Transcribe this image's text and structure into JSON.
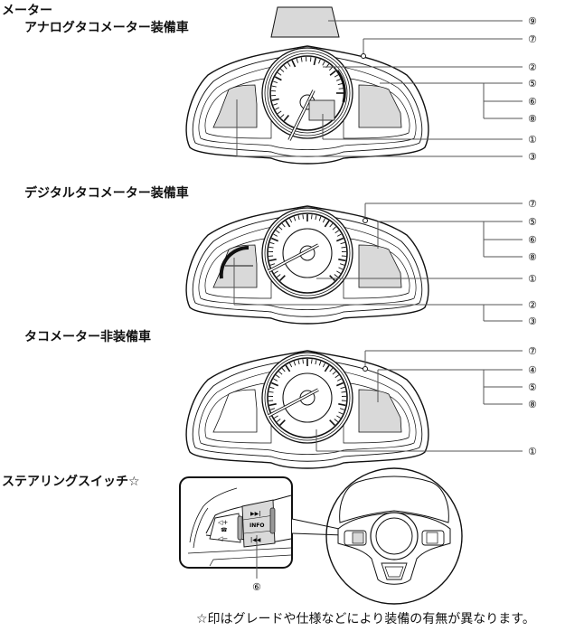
{
  "section_title": "メーター",
  "clusters": [
    {
      "title": "アナログタコメーター装備車",
      "callouts": [
        "⑨",
        "⑦",
        "②",
        "⑤",
        "⑥",
        "⑧",
        "①",
        "③"
      ]
    },
    {
      "title": "デジタルタコメーター装備車",
      "callouts": [
        "⑦",
        "⑤",
        "⑥",
        "⑧",
        "①",
        "②",
        "③"
      ]
    },
    {
      "title": "タコメーター非装備車",
      "callouts": [
        "⑦",
        "④",
        "⑤",
        "⑧",
        "①"
      ]
    }
  ],
  "steering": {
    "title": "ステアリングスイッチ☆",
    "buttons": {
      "next": "▶▶|",
      "info": "INFO",
      "prev": "|◀◀",
      "vol_up": "◁+",
      "vol_down": "◁−",
      "talk": "☎"
    },
    "callout": "⑥"
  },
  "footnote": "☆印はグレードや仕様などにより装備の有無が異なります。",
  "colors": {
    "panel_fill": "#d9d9d9",
    "line": "#111111",
    "leader": "#555555"
  }
}
